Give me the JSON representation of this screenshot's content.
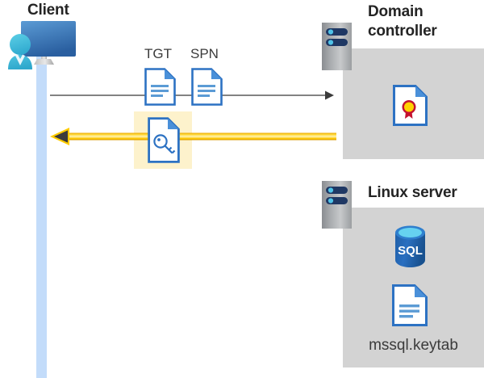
{
  "diagram": {
    "title": "Kerberos authentication flow between client, domain controller and Linux server",
    "type": "sequence-diagram"
  },
  "nodes": {
    "client": {
      "label": "Client",
      "icon": "client-workstation-user-icon"
    },
    "domain_controller": {
      "label": "Domain\ncontroller",
      "label_line1": "Domain",
      "label_line2": "controller",
      "icon": "server-rack-icon",
      "contents": [
        {
          "name": "certificate-document-icon",
          "label": ""
        }
      ]
    },
    "linux_server": {
      "label": "Linux server",
      "icon": "server-rack-icon",
      "contents": [
        {
          "name": "sql-database-icon",
          "label": "SQL"
        },
        {
          "name": "keytab-document-icon",
          "label": "mssql.keytab"
        }
      ]
    }
  },
  "messages": [
    {
      "id": "request",
      "direction": "client-to-domain-controller",
      "style": "thin-gray-arrow",
      "artifacts": [
        {
          "label": "TGT",
          "icon": "document-icon"
        },
        {
          "label": "SPN",
          "icon": "document-icon"
        }
      ]
    },
    {
      "id": "response",
      "direction": "domain-controller-to-client",
      "style": "thick-yellow-arrow",
      "highlighted": true,
      "artifacts": [
        {
          "label": "",
          "icon": "key-document-icon"
        }
      ]
    }
  ],
  "colors": {
    "panel_gray": "#d3d3d3",
    "lifeline_blue": "#c3dcfa",
    "highlight_yellow": "#fdf2cc",
    "arrow_yellow": "#ffcc00",
    "arrow_gray": "#595959",
    "doc_blue": "#2d72c3",
    "text_dark": "#242424",
    "text_gray": "#3b3b3b",
    "sql_blue": "#1d65b0",
    "certificate_red": "#c4122f",
    "certificate_gold": "#ffd200"
  }
}
